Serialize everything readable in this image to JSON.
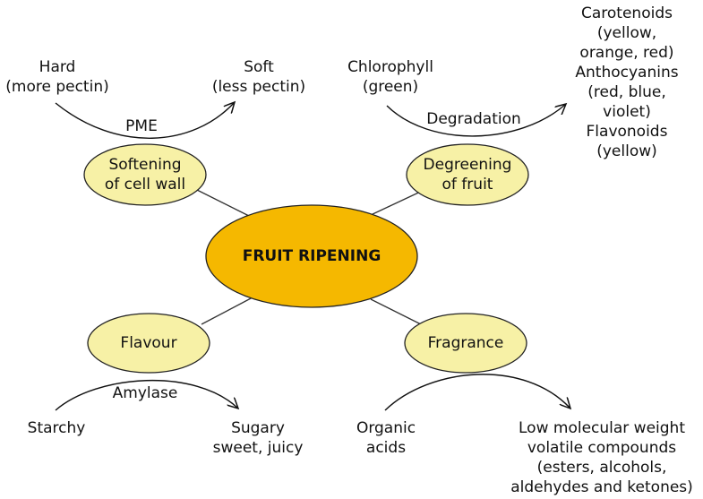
{
  "center": {
    "label": "FRUIT RIPENING",
    "fill": "#F5B800"
  },
  "nodes": {
    "softening": {
      "lines": [
        "Softening",
        "of cell wall"
      ]
    },
    "degreening": {
      "lines": [
        "Degreening",
        "of fruit"
      ]
    },
    "flavour": {
      "lines": [
        "Flavour"
      ]
    },
    "fragrance": {
      "lines": [
        "Fragrance"
      ]
    }
  },
  "node_fill": "#F7F1A6",
  "softening_arrow": {
    "from": [
      "Hard",
      "(more pectin)"
    ],
    "to": [
      "Soft",
      "(less pectin)"
    ],
    "label": "PME"
  },
  "degreening_arrow": {
    "from": [
      "Chlorophyll",
      "(green)"
    ],
    "to": [
      "Carotenoids",
      "(yellow,",
      "orange, red)",
      "Anthocyanins",
      "(red, blue,",
      "violet)",
      "Flavonoids",
      "(yellow)"
    ],
    "label": "Degradation"
  },
  "flavour_arrow": {
    "from": [
      "Starchy"
    ],
    "to": [
      "Sugary",
      "sweet, juicy"
    ],
    "label": "Amylase"
  },
  "fragrance_arrow": {
    "from": [
      "Organic",
      "acids"
    ],
    "to": [
      "Low molecular weight",
      "volatile compounds",
      "(esters, alcohols,",
      "aldehydes and ketones)"
    ],
    "label": ""
  }
}
